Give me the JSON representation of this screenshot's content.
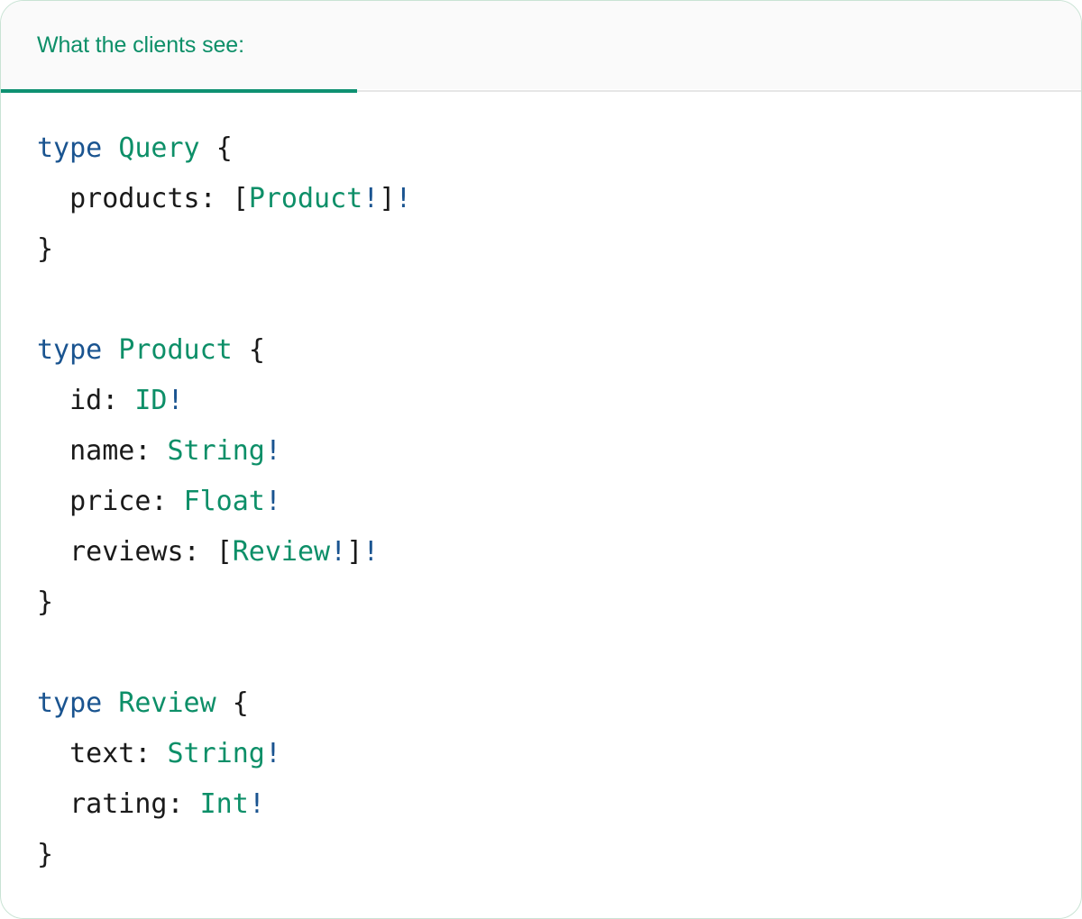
{
  "panel": {
    "header_title": "What the clients see:",
    "accent_color": "#0e9172",
    "header_text_color": "#0d8f68",
    "header_background": "#fafafa",
    "body_background": "#ffffff",
    "border_color": "#c9e3d4",
    "divider_rest_color": "#e6e6e6"
  },
  "syntax_colors": {
    "keyword": "#1a5490",
    "type_name": "#0d8f68",
    "field_name": "#1a1a1a",
    "punctuation": "#1a1a1a",
    "non_null_bang": "#1a5490"
  },
  "code": {
    "language": "graphql",
    "lines": [
      {
        "id": "line-1",
        "text": "type Query {",
        "tokens": [
          {
            "t": "type",
            "k": "kw"
          },
          {
            "t": " ",
            "k": "plain"
          },
          {
            "t": "Query",
            "k": "type"
          },
          {
            "t": " ",
            "k": "plain"
          },
          {
            "t": "{",
            "k": "punct"
          }
        ]
      },
      {
        "id": "line-2",
        "text": "  products: [Product!]!",
        "tokens": [
          {
            "t": "  ",
            "k": "plain"
          },
          {
            "t": "products",
            "k": "field"
          },
          {
            "t": ":",
            "k": "punct"
          },
          {
            "t": " ",
            "k": "plain"
          },
          {
            "t": "[",
            "k": "punct"
          },
          {
            "t": "Product",
            "k": "type"
          },
          {
            "t": "!",
            "k": "bang"
          },
          {
            "t": "]",
            "k": "punct"
          },
          {
            "t": "!",
            "k": "bang"
          }
        ]
      },
      {
        "id": "line-3",
        "text": "}",
        "tokens": [
          {
            "t": "}",
            "k": "punct"
          }
        ]
      },
      {
        "id": "line-4",
        "text": "",
        "tokens": []
      },
      {
        "id": "line-5",
        "text": "type Product {",
        "tokens": [
          {
            "t": "type",
            "k": "kw"
          },
          {
            "t": " ",
            "k": "plain"
          },
          {
            "t": "Product",
            "k": "type"
          },
          {
            "t": " ",
            "k": "plain"
          },
          {
            "t": "{",
            "k": "punct"
          }
        ]
      },
      {
        "id": "line-6",
        "text": "  id: ID!",
        "tokens": [
          {
            "t": "  ",
            "k": "plain"
          },
          {
            "t": "id",
            "k": "field"
          },
          {
            "t": ":",
            "k": "punct"
          },
          {
            "t": " ",
            "k": "plain"
          },
          {
            "t": "ID",
            "k": "type"
          },
          {
            "t": "!",
            "k": "bang"
          }
        ]
      },
      {
        "id": "line-7",
        "text": "  name: String!",
        "tokens": [
          {
            "t": "  ",
            "k": "plain"
          },
          {
            "t": "name",
            "k": "field"
          },
          {
            "t": ":",
            "k": "punct"
          },
          {
            "t": " ",
            "k": "plain"
          },
          {
            "t": "String",
            "k": "type"
          },
          {
            "t": "!",
            "k": "bang"
          }
        ]
      },
      {
        "id": "line-8",
        "text": "  price: Float!",
        "tokens": [
          {
            "t": "  ",
            "k": "plain"
          },
          {
            "t": "price",
            "k": "field"
          },
          {
            "t": ":",
            "k": "punct"
          },
          {
            "t": " ",
            "k": "plain"
          },
          {
            "t": "Float",
            "k": "type"
          },
          {
            "t": "!",
            "k": "bang"
          }
        ]
      },
      {
        "id": "line-9",
        "text": "  reviews: [Review!]!",
        "tokens": [
          {
            "t": "  ",
            "k": "plain"
          },
          {
            "t": "reviews",
            "k": "field"
          },
          {
            "t": ":",
            "k": "punct"
          },
          {
            "t": " ",
            "k": "plain"
          },
          {
            "t": "[",
            "k": "punct"
          },
          {
            "t": "Review",
            "k": "type"
          },
          {
            "t": "!",
            "k": "bang"
          },
          {
            "t": "]",
            "k": "punct"
          },
          {
            "t": "!",
            "k": "bang"
          }
        ]
      },
      {
        "id": "line-10",
        "text": "}",
        "tokens": [
          {
            "t": "}",
            "k": "punct"
          }
        ]
      },
      {
        "id": "line-11",
        "text": "",
        "tokens": []
      },
      {
        "id": "line-12",
        "text": "type Review {",
        "tokens": [
          {
            "t": "type",
            "k": "kw"
          },
          {
            "t": " ",
            "k": "plain"
          },
          {
            "t": "Review",
            "k": "type"
          },
          {
            "t": " ",
            "k": "plain"
          },
          {
            "t": "{",
            "k": "punct"
          }
        ]
      },
      {
        "id": "line-13",
        "text": "  text: String!",
        "tokens": [
          {
            "t": "  ",
            "k": "plain"
          },
          {
            "t": "text",
            "k": "field"
          },
          {
            "t": ":",
            "k": "punct"
          },
          {
            "t": " ",
            "k": "plain"
          },
          {
            "t": "String",
            "k": "type"
          },
          {
            "t": "!",
            "k": "bang"
          }
        ]
      },
      {
        "id": "line-14",
        "text": "  rating: Int!",
        "tokens": [
          {
            "t": "  ",
            "k": "plain"
          },
          {
            "t": "rating",
            "k": "field"
          },
          {
            "t": ":",
            "k": "punct"
          },
          {
            "t": " ",
            "k": "plain"
          },
          {
            "t": "Int",
            "k": "type"
          },
          {
            "t": "!",
            "k": "bang"
          }
        ]
      },
      {
        "id": "line-15",
        "text": "}",
        "tokens": [
          {
            "t": "}",
            "k": "punct"
          }
        ]
      }
    ]
  }
}
